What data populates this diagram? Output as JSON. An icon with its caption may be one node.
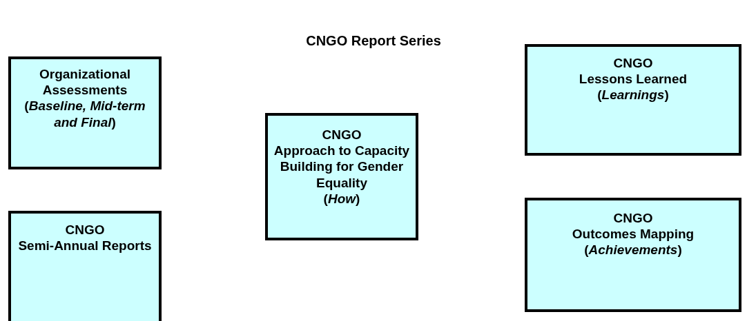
{
  "diagram": {
    "title": "CNGO Report Series",
    "nodes": [
      {
        "text": [
          "Organizational Assessments",
          "(*Baseline, Mid-term and Final*)"
        ]
      },
      {
        "text": [
          "CNGO",
          "Approach to Capacity Building for Gender Equality",
          "(*How*)"
        ]
      },
      {
        "text": [
          "CNGO",
          "Lessons Learned",
          "(*Learnings*)"
        ]
      },
      {
        "text": [
          "CNGO",
          "Semi-Annual Reports"
        ]
      },
      {
        "text": [
          "CNGO",
          "Outcomes Mapping",
          "(*Achievements*)"
        ]
      }
    ],
    "edges": []
  }
}
